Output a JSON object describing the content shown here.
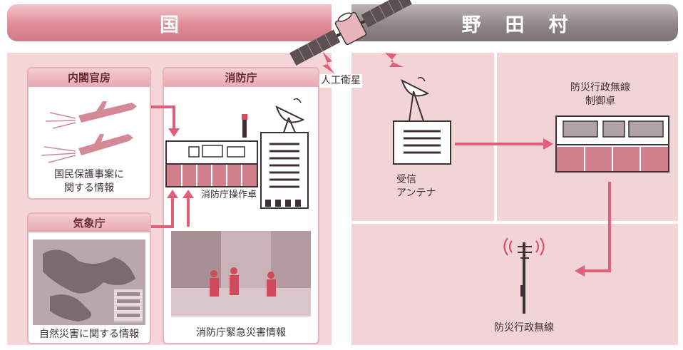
{
  "headers": {
    "national": "国",
    "village": "野田村"
  },
  "national": {
    "cabinet": {
      "title": "内閣官房",
      "caption_line1": "国民保護事案に",
      "caption_line2": "関する情報"
    },
    "meteorological": {
      "title": "気象庁",
      "caption": "自然災害に関する情報"
    },
    "fire_agency": {
      "title": "消防庁",
      "console_label": "消防庁操作卓",
      "photo_caption": "消防庁緊急災害情報"
    }
  },
  "satellite": {
    "label": "人工衛星"
  },
  "village": {
    "antenna_line1": "受信",
    "antenna_line2": "アンテナ",
    "control_line1": "防災行政無線",
    "control_line2": "制御卓",
    "radio_label": "防災行政無線"
  },
  "colors": {
    "accent": "#d9485f",
    "arrow": "#e0607a",
    "panel": "#f4d6d9",
    "village_header": "#8c8385",
    "national_header": "#df8c98"
  }
}
